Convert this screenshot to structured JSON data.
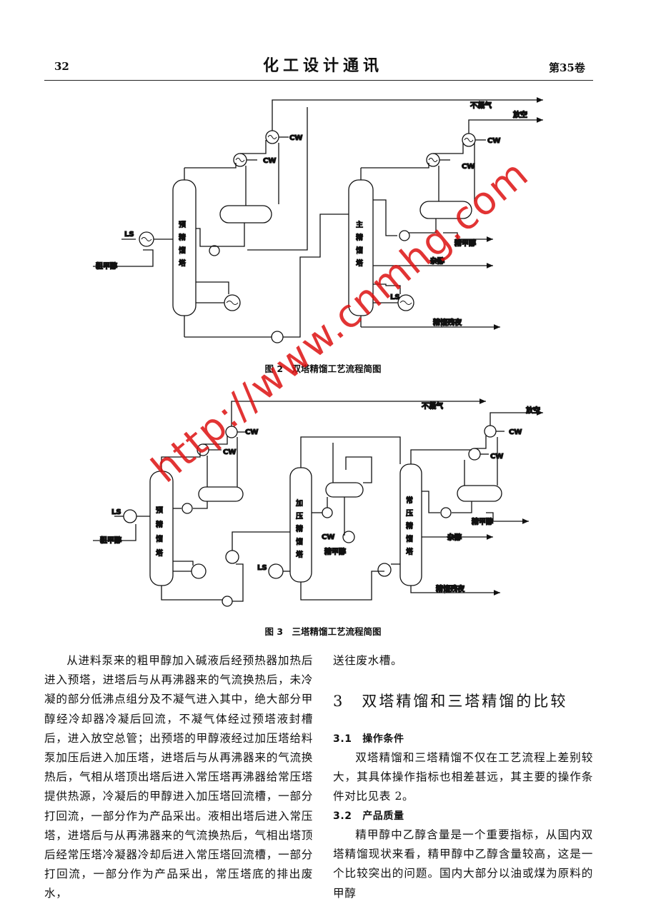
{
  "header": {
    "page_number": "32",
    "journal": "化工设计通讯",
    "volume": "第35卷"
  },
  "figure2": {
    "caption": "图 2　双塔精馏工艺流程简图",
    "labels": {
      "pre_tower": [
        "预",
        "精",
        "馏",
        "塔"
      ],
      "main_tower": [
        "主",
        "精",
        "馏",
        "塔"
      ],
      "ls1": "LS",
      "ls2": "LS",
      "cw1": "CW",
      "cw2": "CW",
      "cw3": "CW",
      "cw4": "CW",
      "crude": "粗甲醇",
      "noncond": "不凝气",
      "vent": "放空",
      "product": "精甲醇",
      "fusel": "杂醇",
      "residue": "精馏残夜"
    }
  },
  "figure3": {
    "caption": "图 3　三塔精馏工艺流程简图",
    "labels": {
      "pre_tower": [
        "预",
        "精",
        "馏",
        "塔"
      ],
      "press_tower": [
        "加",
        "压",
        "精",
        "馏",
        "塔"
      ],
      "atm_tower": [
        "常",
        "压",
        "精",
        "馏",
        "塔"
      ],
      "ls1": "LS",
      "ls2": "LS",
      "cw1": "CW",
      "cw2": "CW",
      "cw3": "CW",
      "cw4": "CW",
      "cw5": "CW",
      "crude": "粗甲醇",
      "noncond": "不凝气",
      "vent": "放空",
      "product1": "精甲醇",
      "product2": "精甲醇",
      "fusel": "杂醇",
      "residue": "精馏残夜"
    }
  },
  "watermark": "http://www.cnmhg.com",
  "left_column": "从进料泵来的粗甲醇加入碱液后经预热器加热后进入预塔，进塔后与从再沸器来的气流换热后，未冷凝的部分低沸点组分及不凝气进入其中，绝大部分甲醇经冷却器冷凝后回流，不凝气体经过预塔液封槽后，进入放空总管；出预塔的甲醇液经过加压塔给料泵加压后进入加压塔，进塔后与从再沸器来的气流换热后，气相从塔顶出塔后进入常压塔再沸器给常压塔提供热源，冷凝后的甲醇进入加压塔回流槽，一部分打回流，一部分作为产品采出。液相出塔后进入常压塔，进塔后与从再沸器来的气流换热后，气相出塔顶后经常压塔冷凝器冷却后进入常压塔回流槽，一部分打回流，一部分作为产品采出，常压塔底的排出废水，",
  "right_column": {
    "continuation": "送往废水槽。",
    "section_title": "3　双塔精馏和三塔精馏的比较",
    "sub1_title": "3.1　操作条件",
    "sub1_text": "双塔精馏和三塔精馏不仅在工艺流程上差别较大，其具体操作指标也相差甚远，其主要的操作条件对比见表 2。",
    "sub2_title": "3.2　产品质量",
    "sub2_text": "精甲醇中乙醇含量是一个重要指标，从国内双塔精馏现状来看，精甲醇中乙醇含量较高，这是一个比较突出的问题。国内大部分以油或煤为原料的甲醇"
  }
}
